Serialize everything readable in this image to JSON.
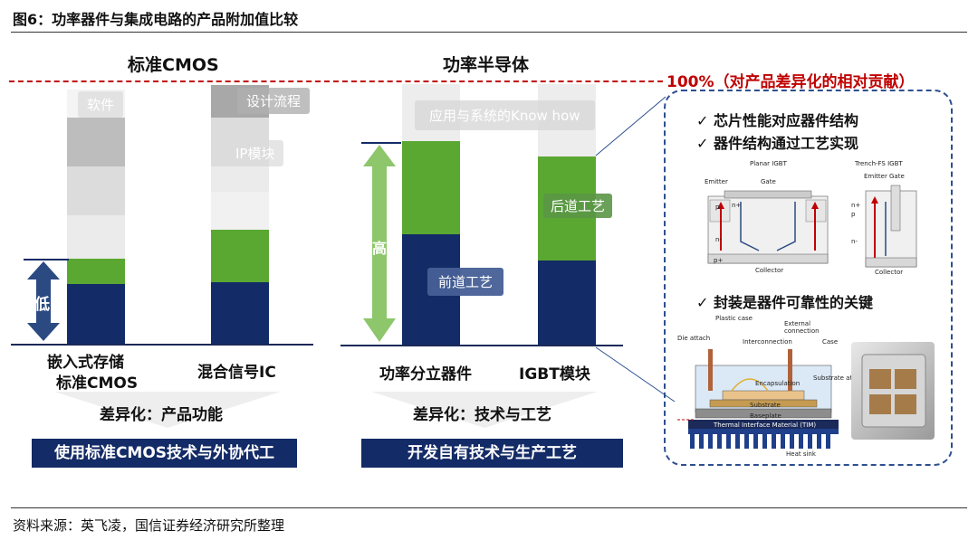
{
  "header": {
    "title": "图6：功率器件与集成电路的产品附加值比较"
  },
  "hundred_label": "100%（对产品差异化的相对贡献）",
  "left": {
    "title": "标准CMOS",
    "low_label": "低",
    "labels": {
      "software": "软件",
      "design": "设计流程",
      "ip": "IP模块"
    },
    "captions": [
      "嵌入式存储",
      "标准CMOS",
      "混合信号IC"
    ],
    "diff": "差异化：产品功能",
    "bottom_bar": "使用标准CMOS技术与外协代工"
  },
  "right": {
    "title": "功率半导体",
    "high_label": "高",
    "labels": {
      "app": "应用与系统的Know how",
      "back": "后道工艺",
      "front": "前道工艺"
    },
    "captions": [
      "功率分立器件",
      "IGBT模块"
    ],
    "diff": "差异化：技术与工艺",
    "bottom_bar": "开发自有技术与生产工艺"
  },
  "bubble": {
    "checks": [
      "✓  芯片性能对应器件结构",
      "✓  器件结构通过工艺实现",
      "✓  封装是器件可靠性的关键"
    ],
    "planar": {
      "title": "Planar IGBT",
      "emitter": "Emitter",
      "gate": "Gate",
      "collector": "Collector",
      "n_plus": "n+",
      "p": "p",
      "n_minus": "n-",
      "p_plus": "p+"
    },
    "trench": {
      "title": "Trench-FS IGBT",
      "emitter": "Emitter",
      "gate": "Gate",
      "collector": "Collector",
      "n_plus": "n+",
      "p": "p",
      "n_minus": "n-"
    },
    "package": {
      "plastic_case": "Plastic case",
      "die_attach": "Die attach",
      "interconnection": "Interconnection",
      "external": "External\nconnection",
      "case": "Case",
      "encapsulation": "Encapsulation",
      "substrate_attach": "Substrate attach",
      "substrate": "Substrate",
      "baseplate": "Baseplate",
      "tim": "Thermal Interface Material (TIM)",
      "heat_sink": "Heat sink"
    }
  },
  "footer": {
    "source": "资料来源：英飞凌，国信证券经济研究所整理"
  },
  "colors": {
    "navy": "#132b66",
    "green": "#5aa832",
    "red": "#c00000",
    "arrow_navy": "#2b4a82",
    "arrow_green": "#8dc66b"
  }
}
